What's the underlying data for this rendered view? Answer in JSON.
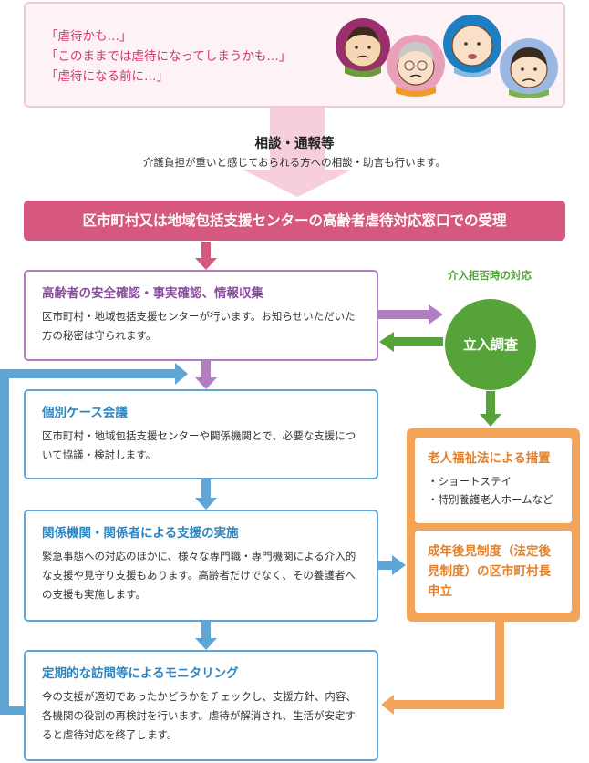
{
  "concerns": [
    "「虐待かも…」",
    "「このままでは虐待になってしまうかも…」",
    "「虐待になる前に…」"
  ],
  "consultation": {
    "title": "相談・通報等",
    "subtitle": "介護負担が重いと感じておられる方への相談・助言も行います。"
  },
  "reception": "区市町村又は地域包括支援センターの高齢者虐待対応窓口での受理",
  "steps": [
    {
      "title": "高齢者の安全確認・事実確認、情報収集",
      "text": "区市町村・地域包括支援センターが行います。お知らせいただいた方の秘密は守られます。"
    },
    {
      "title": "個別ケース会議",
      "text": "区市町村・地域包括支援センターや関係機関とで、必要な支援について協議・検討します。"
    },
    {
      "title": "関係機関・関係者による支援の実施",
      "text": "緊急事態への対応のほかに、様々な専門職・専門機関による介入的な支援や見守り支援もあります。高齢者だけでなく、その養護者への支援も実施します。"
    },
    {
      "title": "定期的な訪問等によるモニタリング",
      "text": "今の支援が適切であったかどうかをチェックし、支援方針、内容、各機関の役割の再検討を行います。虐待が解消され、生活が安定すると虐待対応を終了します。"
    }
  ],
  "intervention": {
    "label": "介入拒否時の対応",
    "inspection": "立入調査"
  },
  "measures": {
    "title": "老人福祉法による措置",
    "items": [
      "・ショートステイ",
      "・特別養護老人ホームなど"
    ]
  },
  "guardianship": {
    "title": "成年後見制度（法定後見制度）の区市町村長申立"
  },
  "colors": {
    "pink": "#d6587e",
    "purple": "#b27ec2",
    "blue": "#5fa6d6",
    "green": "#56a33a",
    "orange": "#f3a458"
  }
}
